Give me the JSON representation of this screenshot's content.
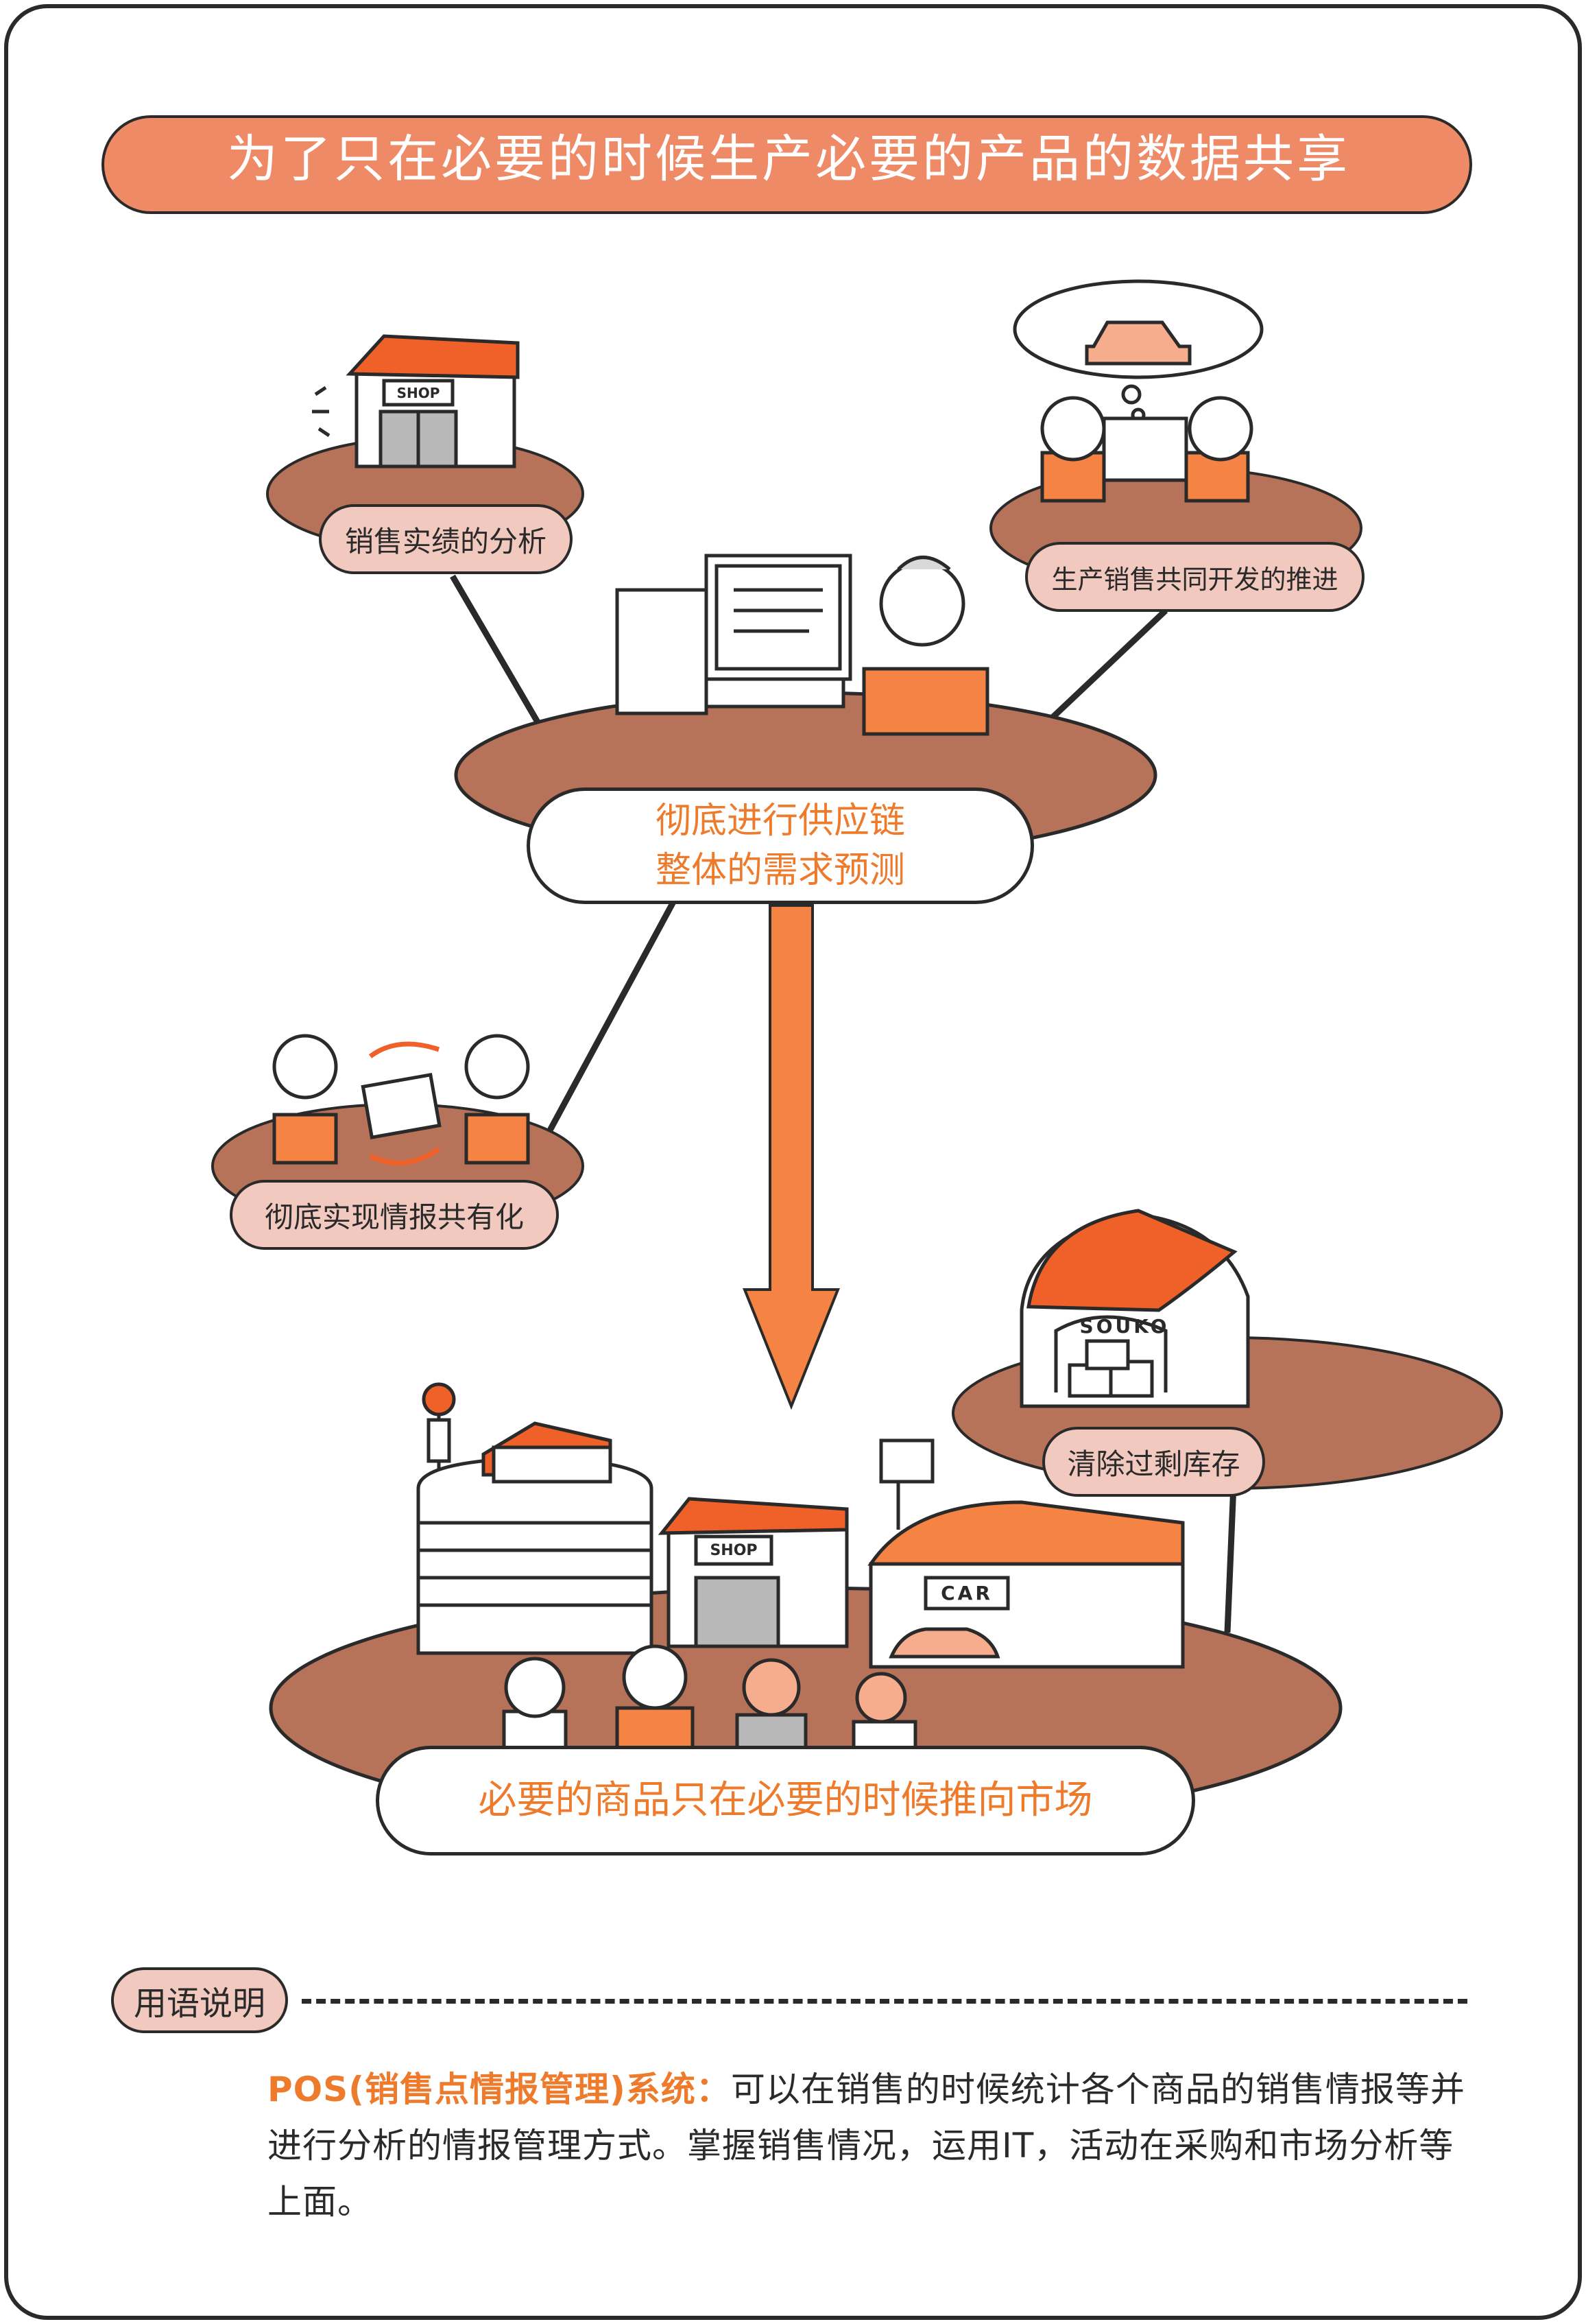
{
  "title": "为了只在必要的时候生产必要的产品的数据共享",
  "nodes": {
    "sales_analysis": "销售实绩的分析",
    "joint_development": "生产销售共同开发的推进",
    "info_sharing": "彻底实现情报共有化",
    "clear_inventory": "清除过剩库存",
    "center_line1": "彻底进行供应链",
    "center_line2": "整体的需求预测",
    "result": "必要的商品只在必要的时候推向市场"
  },
  "illustration_labels": {
    "shop_small": "SHOP",
    "shop_town": "SHOP",
    "warehouse": "SOUKO",
    "car_dealer": "CAR"
  },
  "glossary": {
    "header": "用语说明",
    "term": "POS(销售点情报管理)系统：",
    "definition": "可以在销售的时候统计各个商品的销售情报等并进行分析的情报管理方式。掌握销售情况，运用IT，活动在采购和市场分析等上面。"
  },
  "colors": {
    "accent": "#ee7a2c",
    "title_bar": "#ef8a66",
    "ground": "#b77359",
    "pill": "#f2c9bf",
    "ink": "#2a2a2a"
  }
}
